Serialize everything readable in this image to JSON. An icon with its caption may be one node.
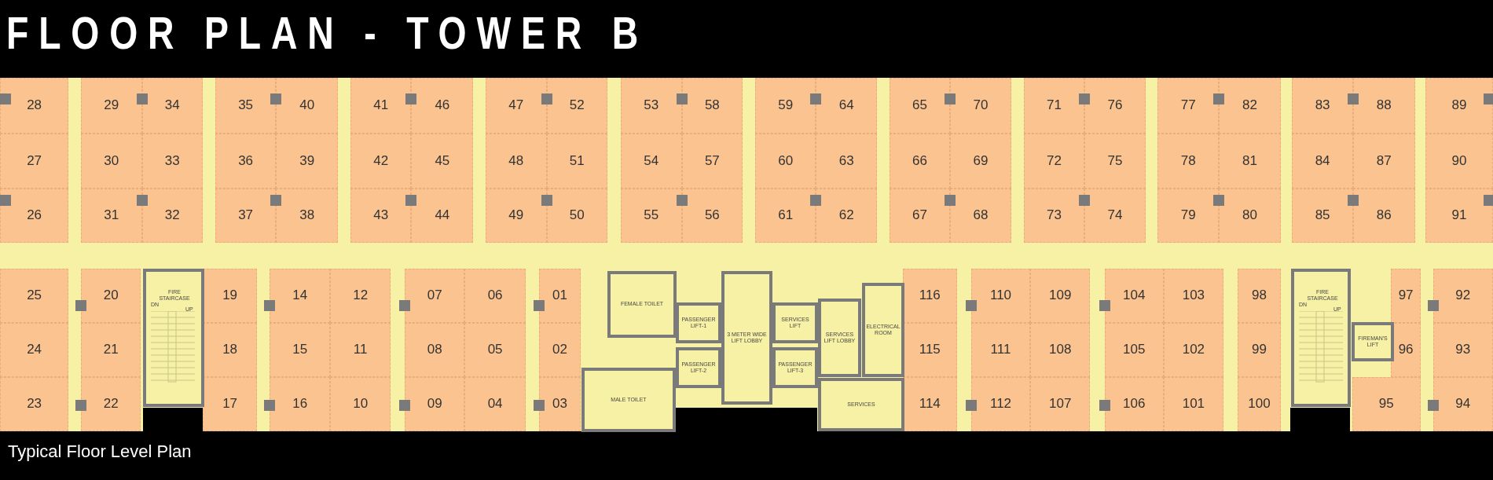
{
  "diagram": {
    "title": "FLOOR PLAN - TOWER B",
    "caption": "Typical Floor Level Plan",
    "nodes": [
      {
        "text": [
          "28"
        ]
      },
      {
        "text": [
          "29"
        ]
      },
      {
        "text": [
          "34"
        ]
      },
      {
        "text": [
          "35"
        ]
      },
      {
        "text": [
          "40"
        ]
      },
      {
        "text": [
          "41"
        ]
      },
      {
        "text": [
          "46"
        ]
      },
      {
        "text": [
          "47"
        ]
      },
      {
        "text": [
          "52"
        ]
      },
      {
        "text": [
          "53"
        ]
      },
      {
        "text": [
          "58"
        ]
      },
      {
        "text": [
          "59"
        ]
      },
      {
        "text": [
          "64"
        ]
      },
      {
        "text": [
          "65"
        ]
      },
      {
        "text": [
          "70"
        ]
      },
      {
        "text": [
          "71"
        ]
      },
      {
        "text": [
          "76"
        ]
      },
      {
        "text": [
          "77"
        ]
      },
      {
        "text": [
          "82"
        ]
      },
      {
        "text": [
          "83"
        ]
      },
      {
        "text": [
          "88"
        ]
      },
      {
        "text": [
          "89"
        ]
      },
      {
        "text": [
          "27"
        ]
      },
      {
        "text": [
          "30"
        ]
      },
      {
        "text": [
          "33"
        ]
      },
      {
        "text": [
          "36"
        ]
      },
      {
        "text": [
          "39"
        ]
      },
      {
        "text": [
          "42"
        ]
      },
      {
        "text": [
          "45"
        ]
      },
      {
        "text": [
          "48"
        ]
      },
      {
        "text": [
          "51"
        ]
      },
      {
        "text": [
          "54"
        ]
      },
      {
        "text": [
          "57"
        ]
      },
      {
        "text": [
          "60"
        ]
      },
      {
        "text": [
          "63"
        ]
      },
      {
        "text": [
          "66"
        ]
      },
      {
        "text": [
          "69"
        ]
      },
      {
        "text": [
          "72"
        ]
      },
      {
        "text": [
          "75"
        ]
      },
      {
        "text": [
          "78"
        ]
      },
      {
        "text": [
          "81"
        ]
      },
      {
        "text": [
          "84"
        ]
      },
      {
        "text": [
          "87"
        ]
      },
      {
        "text": [
          "90"
        ]
      },
      {
        "text": [
          "26"
        ]
      },
      {
        "text": [
          "31"
        ]
      },
      {
        "text": [
          "32"
        ]
      },
      {
        "text": [
          "37"
        ]
      },
      {
        "text": [
          "38"
        ]
      },
      {
        "text": [
          "43"
        ]
      },
      {
        "text": [
          "44"
        ]
      },
      {
        "text": [
          "49"
        ]
      },
      {
        "text": [
          "50"
        ]
      },
      {
        "text": [
          "55"
        ]
      },
      {
        "text": [
          "56"
        ]
      },
      {
        "text": [
          "61"
        ]
      },
      {
        "text": [
          "62"
        ]
      },
      {
        "text": [
          "67"
        ]
      },
      {
        "text": [
          "68"
        ]
      },
      {
        "text": [
          "73"
        ]
      },
      {
        "text": [
          "74"
        ]
      },
      {
        "text": [
          "79"
        ]
      },
      {
        "text": [
          "80"
        ]
      },
      {
        "text": [
          "85"
        ]
      },
      {
        "text": [
          "86"
        ]
      },
      {
        "text": [
          "91"
        ]
      },
      {
        "text": [
          "25"
        ]
      },
      {
        "text": [
          "20"
        ]
      },
      {
        "text": [
          "19"
        ]
      },
      {
        "text": [
          "14"
        ]
      },
      {
        "text": [
          "12"
        ]
      },
      {
        "text": [
          "07"
        ]
      },
      {
        "text": [
          "06"
        ]
      },
      {
        "text": [
          "01"
        ]
      },
      {
        "text": [
          "116"
        ]
      },
      {
        "text": [
          "110"
        ]
      },
      {
        "text": [
          "109"
        ]
      },
      {
        "text": [
          "104"
        ]
      },
      {
        "text": [
          "103"
        ]
      },
      {
        "text": [
          "98"
        ]
      },
      {
        "text": [
          "97"
        ]
      },
      {
        "text": [
          "92"
        ]
      },
      {
        "text": [
          "24"
        ]
      },
      {
        "text": [
          "21"
        ]
      },
      {
        "text": [
          "18"
        ]
      },
      {
        "text": [
          "15"
        ]
      },
      {
        "text": [
          "11"
        ]
      },
      {
        "text": [
          "08"
        ]
      },
      {
        "text": [
          "05"
        ]
      },
      {
        "text": [
          "02"
        ]
      },
      {
        "text": [
          "115"
        ]
      },
      {
        "text": [
          "111"
        ]
      },
      {
        "text": [
          "108"
        ]
      },
      {
        "text": [
          "105"
        ]
      },
      {
        "text": [
          "102"
        ]
      },
      {
        "text": [
          "99"
        ]
      },
      {
        "text": [
          "96"
        ]
      },
      {
        "text": [
          "93"
        ]
      },
      {
        "text": [
          "23"
        ]
      },
      {
        "text": [
          "22"
        ]
      },
      {
        "text": [
          "17"
        ]
      },
      {
        "text": [
          "16"
        ]
      },
      {
        "text": [
          "10"
        ]
      },
      {
        "text": [
          "09"
        ]
      },
      {
        "text": [
          "04"
        ]
      },
      {
        "text": [
          "03"
        ]
      },
      {
        "text": [
          "114"
        ]
      },
      {
        "text": [
          "112"
        ]
      },
      {
        "text": [
          "107"
        ]
      },
      {
        "text": [
          "106"
        ]
      },
      {
        "text": [
          "101"
        ]
      },
      {
        "text": [
          "100"
        ]
      },
      {
        "text": [
          "95"
        ]
      },
      {
        "text": [
          "94"
        ]
      },
      {
        "text": [
          "FIRE STAIRCASE",
          "DN",
          "UP"
        ]
      },
      {
        "text": [
          "FEMALE TOILET"
        ]
      },
      {
        "text": [
          "PASSENGER LIFT-1"
        ]
      },
      {
        "text": [
          "SERVICES LIFT"
        ]
      },
      {
        "text": [
          "SERVICES LIFT LOBBY"
        ]
      },
      {
        "text": [
          "ELECTRICAL ROOM"
        ]
      },
      {
        "text": [
          "3 METER WIDE LIFT LOBBY"
        ]
      },
      {
        "text": [
          "PASSENGER LIFT-2"
        ]
      },
      {
        "text": [
          "PASSENGER LIFT-3"
        ]
      },
      {
        "text": [
          "MALE TOILET"
        ]
      },
      {
        "text": [
          "SERVICES"
        ]
      },
      {
        "text": [
          "FIRE STAIRCASE",
          "DN",
          "UP"
        ]
      },
      {
        "text": [
          "FIREMAN'S LIFT"
        ]
      }
    ]
  }
}
